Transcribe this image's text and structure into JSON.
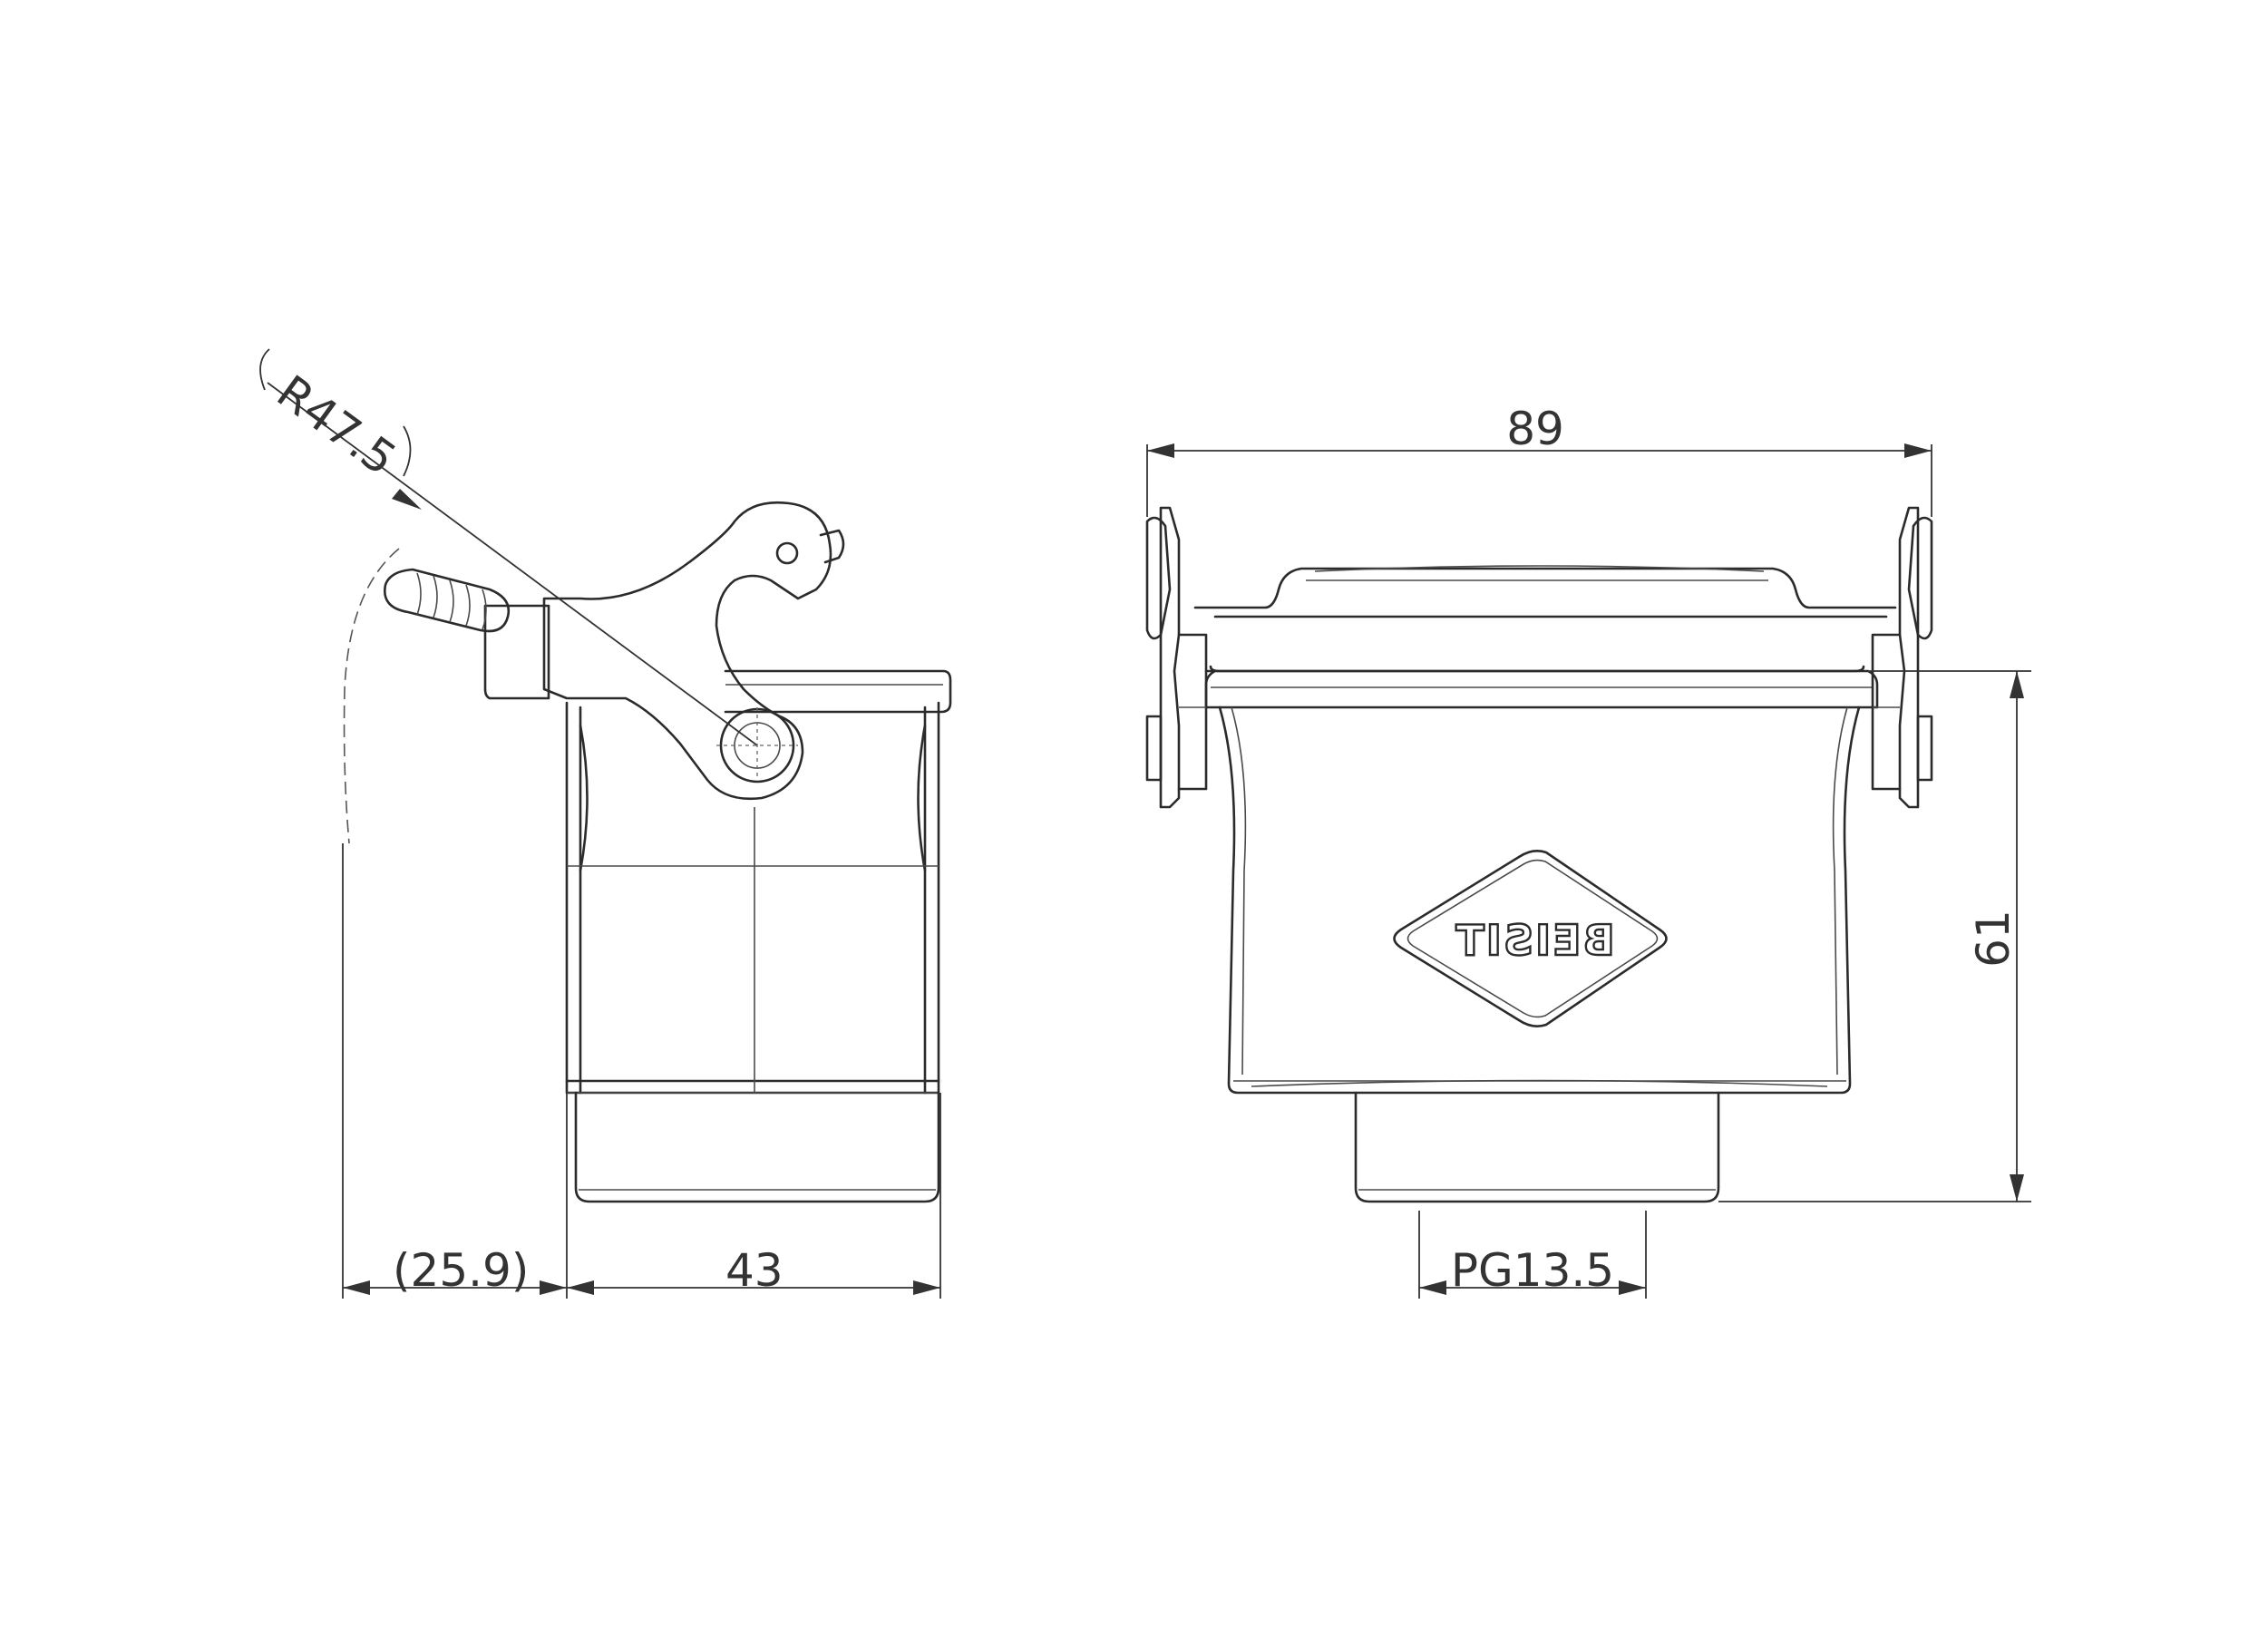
{
  "dimensions": {
    "radius": "R47.5",
    "lever_offset": "(25.9)",
    "side_width": "43",
    "overall_width": "89",
    "height": "61",
    "thread": "PG13.5"
  },
  "logo": {
    "text": "BEISIT",
    "mirrored": true
  }
}
